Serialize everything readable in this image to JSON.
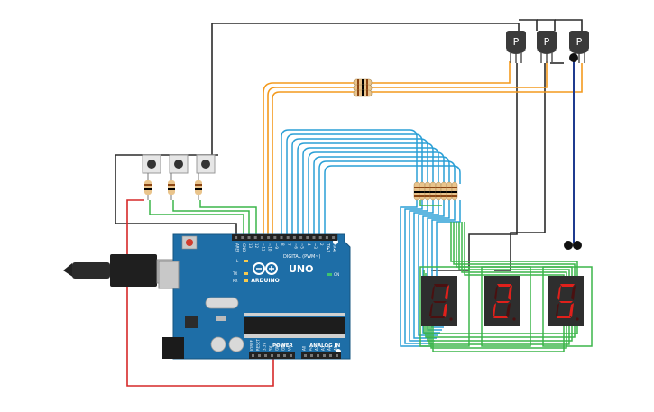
{
  "board": {
    "brand": "ARDUINO",
    "model": "UNO",
    "digital_label": "DIGITAL (PWM~)",
    "power_label": "POWER",
    "analog_label": "ANALOG IN",
    "on_label": "ON",
    "l_label": "L",
    "tx_label": "TX",
    "rx_label": "RX",
    "digital_pins": [
      "AREF",
      "GND",
      "13",
      "12",
      "~11",
      "~10",
      "~9",
      "8",
      "7",
      "~6",
      "~5",
      "4",
      "~3",
      "2",
      "TX▸1",
      "RX◂0"
    ],
    "power_pins": [
      "IOREF",
      "RESET",
      "3.3V",
      "5V",
      "GND",
      "GND",
      "Vin"
    ],
    "analog_pins": [
      "A0",
      "A1",
      "A2",
      "A3",
      "A4",
      "A5"
    ]
  },
  "transistors": [
    {
      "label": "P"
    },
    {
      "label": "P"
    },
    {
      "label": "P"
    }
  ],
  "displays": [
    {
      "digit": "1"
    },
    {
      "digit": "2"
    },
    {
      "digit": "5"
    }
  ],
  "colors": {
    "wire_black": "#2b2b2b",
    "wire_orange": "#f39a1e",
    "wire_blue": "#2a9fd6",
    "wire_green": "#3cb54a",
    "wire_red": "#d62828",
    "wire_navy": "#1f3b8f",
    "board": "#1e6ea7",
    "display_body": "#2e2e2e",
    "segment_on": "#e0201b",
    "segment_off": "#4a1010",
    "resistor_body": "#e9c48c"
  }
}
